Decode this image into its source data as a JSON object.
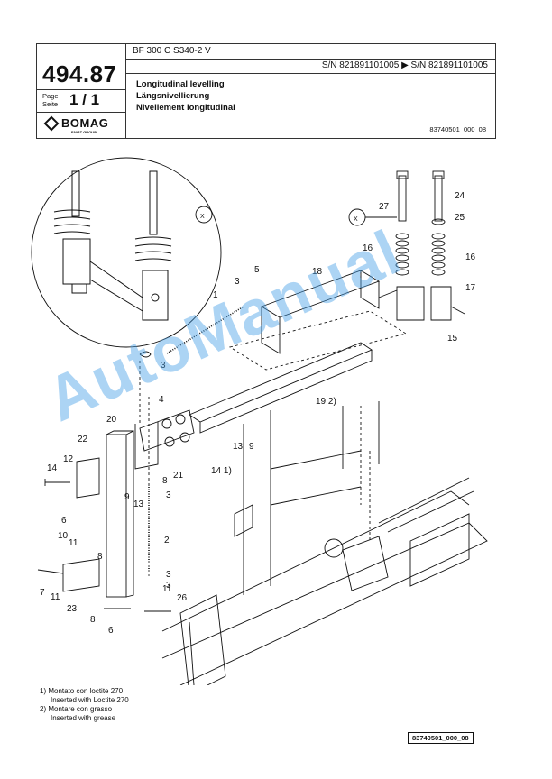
{
  "header": {
    "model": "BF 300 C S340-2 V",
    "serial_range": "S/N 821891101005 ▶ S/N 821891101005",
    "part_number": "494.87",
    "page_label_1": "Page",
    "page_label_2": "Seite",
    "page_value": "1 / 1",
    "logo_text": "BOMAG",
    "logo_subtext": "FAYAT GROUP",
    "title_en": "Longitudinal levelling",
    "title_de": "Längsnivellierung",
    "title_fr": "Nivellement longitudinal",
    "drawing_ref": "83740501_000_08"
  },
  "drawing": {
    "detail_label": "X",
    "callouts": {
      "c1": "1",
      "c2": "2",
      "c3a": "3",
      "c3b": "3",
      "c3c": "3",
      "c3d": "3",
      "c3e": "3",
      "c4": "4",
      "c5": "5",
      "c6a": "6",
      "c6b": "6",
      "c7": "7",
      "c8a": "8",
      "c8b": "8",
      "c8c": "8",
      "c9a": "9",
      "c9b": "9",
      "c10": "10",
      "c11a": "11",
      "c11b": "11",
      "c11c": "11",
      "c12": "12",
      "c13a": "13",
      "c13b": "13",
      "c14a": "14",
      "c14b": "14 1)",
      "c15": "15",
      "c16a": "16",
      "c16b": "16",
      "c17": "17",
      "c18": "18",
      "c19": "19 2)",
      "c20": "20",
      "c21": "21",
      "c22": "22",
      "c23": "23",
      "c24": "24",
      "c25": "25",
      "c26": "26",
      "c27": "27"
    }
  },
  "notes": {
    "n1_it": "1) Montato con loctite 270",
    "n1_en": "Inserted with Loctite 270",
    "n2_it": "2) Montare con grasso",
    "n2_en": "Inserted with grease"
  },
  "footer_ref": "83740501_000_08",
  "watermark": "AutoManual",
  "colors": {
    "watermark": "#46a0e6",
    "line": "#111111"
  }
}
